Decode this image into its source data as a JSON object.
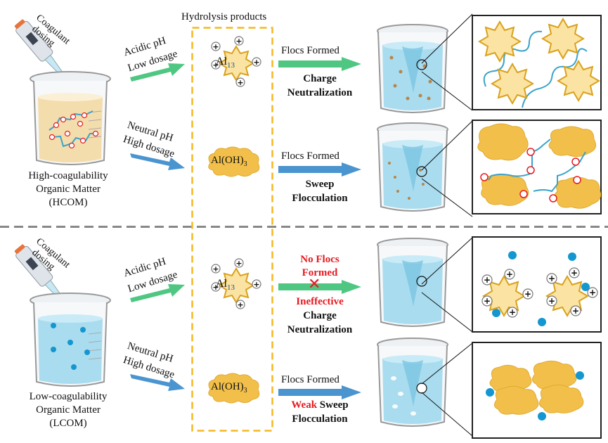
{
  "figure": {
    "hydrolysis_label": "Hydrolysis  products",
    "colors": {
      "green_arrow": "#4fc783",
      "blue_arrow": "#4a94d0",
      "dashed_box": "#f5b820",
      "divider": "#888888",
      "red_text": "#e8191f",
      "water": "#a9dcef",
      "yellow_water": "#f3dba8",
      "gold": "#f2c04a",
      "chain": "#3ba3c9",
      "particle": "#1497d0"
    },
    "top": {
      "pipette_label": [
        "Coagulant",
        "dosing"
      ],
      "sample_label": [
        "High-coagulability",
        "Organic Matter",
        "(HCOM)"
      ],
      "condition_acidic": [
        "Acidic pH",
        "Low dosage"
      ],
      "condition_neutral": [
        "Neutral pH",
        "High dosage"
      ],
      "product_al13": {
        "base": "Al",
        "sub": "13"
      },
      "product_aloh3": {
        "base": "Al(OH)",
        "sub": "3"
      },
      "outcome1": {
        "arrow_label": "Flocs Formed",
        "mechanism": [
          "Charge",
          "Neutralization"
        ]
      },
      "outcome2": {
        "arrow_label": "Flocs Formed",
        "mechanism": [
          "Sweep",
          "Flocculation"
        ]
      }
    },
    "bottom": {
      "pipette_label": [
        "Coagulant",
        "dosing"
      ],
      "sample_label": [
        "Low-coagulability",
        "Organic Matter",
        "(LCOM)"
      ],
      "condition_acidic": [
        "Acidic pH",
        "Low dosage"
      ],
      "condition_neutral": [
        "Neutral pH",
        "High dosage"
      ],
      "product_al13": {
        "base": "Al",
        "sub": "13"
      },
      "product_aloh3": {
        "base": "Al(OH)",
        "sub": "3"
      },
      "outcome1": {
        "arrow_label": [
          "No Flocs",
          "Formed"
        ],
        "failure_mark": "✕",
        "mechanism_prefix": "Ineffective",
        "mechanism": [
          "Charge",
          "Neutralization"
        ]
      },
      "outcome2": {
        "arrow_label": "Flocs Formed",
        "mechanism_prefix": "Weak",
        "mechanism": [
          "Sweep",
          "Flocculation"
        ]
      }
    }
  }
}
